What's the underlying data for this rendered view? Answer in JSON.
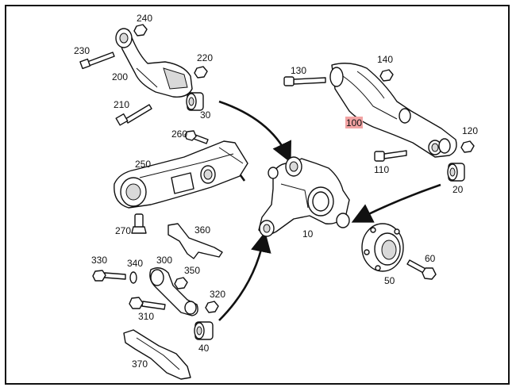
{
  "labels": {
    "p10": "10",
    "p20": "20",
    "p30": "30",
    "p40": "40",
    "p50": "50",
    "p60": "60",
    "p100": "100",
    "p110": "110",
    "p120": "120",
    "p130": "130",
    "p140": "140",
    "p200": "200",
    "p210": "210",
    "p220": "220",
    "p230": "230",
    "p240": "240",
    "p250": "250",
    "p260": "260",
    "p270": "270",
    "p300": "300",
    "p310": "310",
    "p320": "320",
    "p330": "330",
    "p340": "340",
    "p350": "350",
    "p360": "360",
    "p370": "370"
  },
  "highlight": {
    "part": "100",
    "color": "#f2a3a3"
  }
}
